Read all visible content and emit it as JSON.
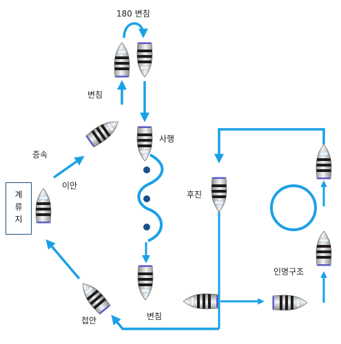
{
  "labels": {
    "turn_180": "180  변침",
    "turn_left": "변침",
    "accelerate": "증속",
    "depart": "이안",
    "zigzag": "사행",
    "reverse": "후진",
    "rescue": "인명구조",
    "approach": "접안",
    "turn_bottom": "변침"
  },
  "pier": {
    "label": "계\n류\n지"
  },
  "colors": {
    "arrow": "#1aa0e6",
    "boat_hull": "#d4d4d4",
    "boat_stripe": "#1c1c1c",
    "dot": "#1a4f8a"
  }
}
